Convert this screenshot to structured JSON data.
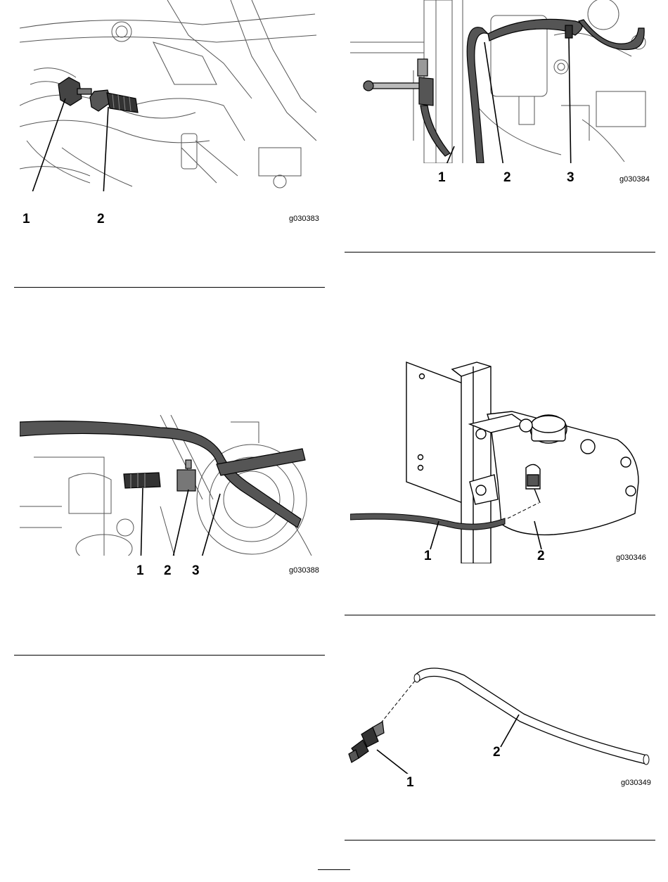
{
  "figures": [
    {
      "id": "g030383",
      "callouts": [
        "1",
        "2"
      ],
      "parts": [
        "hose-fitting",
        "barbed-fitting"
      ]
    },
    {
      "id": "g030384",
      "callouts": [
        "1",
        "2",
        "3"
      ],
      "parts": [
        "frame-rail",
        "hose",
        "clamp"
      ]
    },
    {
      "id": "g030388",
      "callouts": [
        "1",
        "2",
        "3"
      ],
      "parts": [
        "barbed-fitting",
        "hose-clamp",
        "hose"
      ]
    },
    {
      "id": "g030346",
      "callouts": [
        "1",
        "2"
      ],
      "parts": [
        "hose",
        "reservoir-tank"
      ]
    },
    {
      "id": "g030349",
      "callouts": [
        "1",
        "2"
      ],
      "parts": [
        "check-valve",
        "hose"
      ]
    }
  ]
}
